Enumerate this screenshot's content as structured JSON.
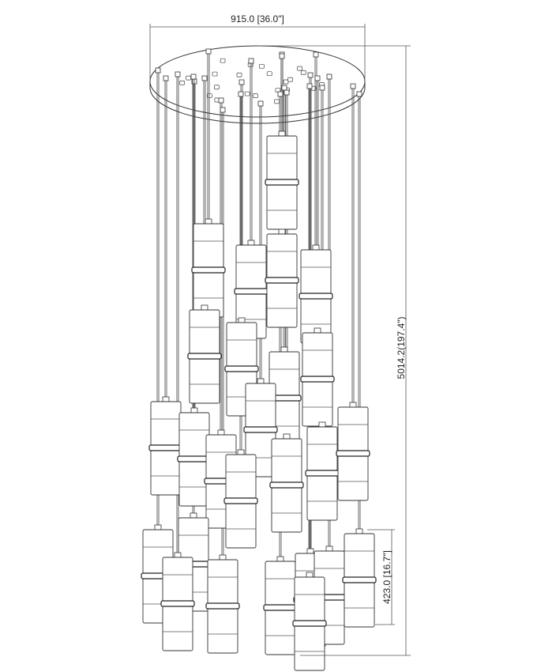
{
  "drawing": {
    "width_dimension": "915.0 [36.0\"]",
    "overall_height_dimension": "5014.2(197.4\")",
    "pendant_height_dimension": "423.0 [16.7\"]",
    "line_color": "#333333"
  }
}
